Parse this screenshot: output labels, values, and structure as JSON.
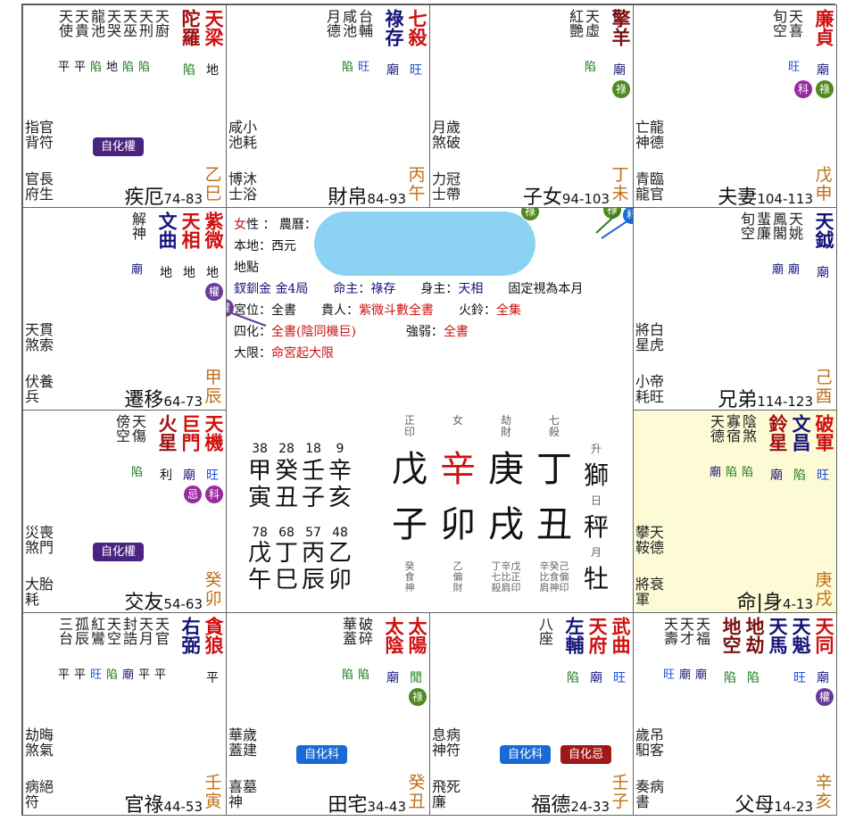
{
  "palaces": [
    {
      "id": "si",
      "name": "疾厄",
      "range": "74-83",
      "stem": "乙巳",
      "col": 0,
      "row": 0,
      "major": [
        {
          "t": "天梁",
          "c": "red",
          "b": "地",
          "bc": "di"
        },
        {
          "t": "陀羅",
          "c": "dred",
          "b": "陷",
          "bc": "ld"
        }
      ],
      "minor": [
        {
          "t": "天廚"
        },
        {
          "t": "天刑",
          "b": "陷"
        },
        {
          "t": "天巫",
          "b": "陷"
        },
        {
          "t": "天哭",
          "b": "地"
        },
        {
          "t": "龍池",
          "b": "陷"
        },
        {
          "t": "天貴",
          "b": "平"
        },
        {
          "t": "天使",
          "b": "平"
        }
      ],
      "badges": [
        {
          "t": "自化權",
          "k": "quan"
        }
      ],
      "mark": [],
      "small1": "指官\n背符",
      "small2": "官長\n府生",
      "hl": false
    },
    {
      "id": "wu",
      "name": "財帛",
      "range": "84-93",
      "stem": "丙午",
      "col": 1,
      "row": 0,
      "major": [
        {
          "t": "七殺",
          "c": "red",
          "b": "旺",
          "bc": "wg"
        },
        {
          "t": "祿存",
          "c": "blu",
          "b": "廟",
          "bc": "mi"
        }
      ],
      "minor": [
        {
          "t": "台輔",
          "b": "旺"
        },
        {
          "t": "咸池",
          "b": "陷"
        },
        {
          "t": "月德"
        }
      ],
      "badges": [],
      "mark": [],
      "small1": "咸小\n池耗",
      "small2": "博沐\n士浴",
      "hl": false
    },
    {
      "id": "wei",
      "name": "子女",
      "range": "94-103",
      "stem": "丁未",
      "col": 2,
      "row": 0,
      "major": [
        {
          "t": "擎羊",
          "c": "mar",
          "b": "廟",
          "bc": "mi"
        }
      ],
      "minor": [
        {
          "t": "天虛",
          "b": "陷"
        },
        {
          "t": "紅艷"
        }
      ],
      "badges": [],
      "mark": [
        "祿"
      ],
      "small1": "月歲\n煞破",
      "small2": "力冠\n士帶",
      "hl": false
    },
    {
      "id": "shen",
      "name": "夫妻",
      "range": "104-113",
      "stem": "戊申",
      "col": 3,
      "row": 0,
      "major": [
        {
          "t": "廉貞",
          "c": "red",
          "b": "廟",
          "bc": "mi"
        }
      ],
      "minor": [
        {
          "t": "天喜",
          "b": "旺"
        },
        {
          "t": "旬空"
        }
      ],
      "badges": [],
      "mark": [
        "祿",
        "科"
      ],
      "small1": "亡龍\n神德",
      "small2": "青臨\n龍官",
      "hl": false
    },
    {
      "id": "chen",
      "name": "遷移",
      "range": "64-73",
      "stem": "甲辰",
      "col": 0,
      "row": 1,
      "major": [
        {
          "t": "紫微",
          "c": "red",
          "b": "地",
          "bc": "di"
        },
        {
          "t": "天相",
          "c": "red",
          "b": "地",
          "bc": "di"
        },
        {
          "t": "文曲",
          "c": "blu",
          "b": "地",
          "bc": "di"
        }
      ],
      "minor": [
        {
          "t": "解神",
          "b": "廟"
        }
      ],
      "badges": [],
      "mark": [
        "權"
      ],
      "small1": "天貫\n煞索",
      "small2": "伏養\n兵",
      "hl": false
    },
    {
      "id": "you",
      "name": "兄弟",
      "range": "114-123",
      "stem": "己酉",
      "col": 3,
      "row": 1,
      "major": [
        {
          "t": "天鉞",
          "c": "blu",
          "b": "廟",
          "bc": "mi"
        }
      ],
      "minor": [
        {
          "t": "天姚",
          "b": "廟"
        },
        {
          "t": "鳳閣",
          "b": "廟"
        },
        {
          "t": "蜚廉"
        },
        {
          "t": "旬空"
        }
      ],
      "badges": [],
      "mark": [],
      "small1": "將白\n星虎",
      "small2": "小帝\n耗旺",
      "hl": false
    },
    {
      "id": "mao",
      "name": "交友",
      "range": "54-63",
      "stem": "癸卯",
      "col": 0,
      "row": 2,
      "major": [
        {
          "t": "天機",
          "c": "red",
          "b": "旺",
          "bc": "wg"
        },
        {
          "t": "巨門",
          "c": "red",
          "b": "廟",
          "bc": "mi"
        },
        {
          "t": "火星",
          "c": "dred",
          "b": "利",
          "bc": "lv"
        }
      ],
      "minor": [
        {
          "t": "天傷",
          "b": "陷"
        },
        {
          "t": "傍空"
        }
      ],
      "badges": [
        {
          "t": "自化權",
          "k": "quan"
        }
      ],
      "mark": [
        "科",
        "忌"
      ],
      "small1": "災喪\n煞門",
      "small2": "大胎\n耗",
      "hl": false
    },
    {
      "id": "xu",
      "name": "命|身",
      "range": "4-13",
      "stem": "庚戌",
      "col": 3,
      "row": 2,
      "major": [
        {
          "t": "破軍",
          "c": "red",
          "b": "旺",
          "bc": "wg"
        },
        {
          "t": "文昌",
          "c": "blu",
          "b": "陷",
          "bc": "ld"
        },
        {
          "t": "鈴星",
          "c": "dred",
          "b": "廟",
          "bc": "mi"
        }
      ],
      "minor": [
        {
          "t": "陰煞",
          "b": "陷"
        },
        {
          "t": "寡宿",
          "b": "陷"
        },
        {
          "t": "天德",
          "b": "廟"
        }
      ],
      "badges": [],
      "mark": [],
      "small1": "攀天\n鞍德",
      "small2": "將衰\n軍",
      "hl": true
    },
    {
      "id": "yin",
      "name": "官祿",
      "range": "44-53",
      "stem": "壬寅",
      "col": 0,
      "row": 3,
      "major": [
        {
          "t": "貪狼",
          "c": "red",
          "b": "平",
          "bc": "pi"
        },
        {
          "t": "右弼",
          "c": "blu",
          "b": "",
          "bc": "pi"
        }
      ],
      "minor": [
        {
          "t": "天官",
          "b": "平"
        },
        {
          "t": "天月",
          "b": "平"
        },
        {
          "t": "封誥",
          "b": "廟"
        },
        {
          "t": "天空",
          "b": "陷"
        },
        {
          "t": "紅鸞",
          "b": "旺"
        },
        {
          "t": "孤辰",
          "b": "平"
        },
        {
          "t": "三台",
          "b": "平"
        }
      ],
      "badges": [],
      "mark": [],
      "small1": "劫晦\n煞氣",
      "small2": "病絕\n符",
      "hl": false
    },
    {
      "id": "chou",
      "name": "田宅",
      "range": "34-43",
      "stem": "癸丑",
      "col": 1,
      "row": 3,
      "major": [
        {
          "t": "太陽",
          "c": "red",
          "b": "閒",
          "bc": "ld"
        },
        {
          "t": "太陰",
          "c": "red",
          "b": "廟",
          "bc": "mi"
        }
      ],
      "minor": [
        {
          "t": "破碎",
          "b": "陷"
        },
        {
          "t": "華蓋",
          "b": "陷"
        }
      ],
      "badges": [
        {
          "t": "自化科",
          "k": "ke"
        }
      ],
      "mark": [
        "祿"
      ],
      "small1": "華歲\n蓋建",
      "small2": "喜墓\n神",
      "hl": false
    },
    {
      "id": "zi",
      "name": "福德",
      "range": "24-33",
      "stem": "壬子",
      "col": 2,
      "row": 3,
      "major": [
        {
          "t": "武曲",
          "c": "red",
          "b": "旺",
          "bc": "wg"
        },
        {
          "t": "天府",
          "c": "red",
          "b": "廟",
          "bc": "mi"
        },
        {
          "t": "左輔",
          "c": "blu",
          "b": "陷",
          "bc": "ld"
        }
      ],
      "minor": [
        {
          "t": "八座"
        }
      ],
      "badges": [
        {
          "t": "自化科",
          "k": "ke"
        },
        {
          "t": "自化忌",
          "k": "ji"
        }
      ],
      "mark": [],
      "small1": "息病\n神符",
      "small2": "飛死\n廉",
      "hl": false
    },
    {
      "id": "hai",
      "name": "父母",
      "range": "14-23",
      "stem": "辛亥",
      "col": 3,
      "row": 3,
      "major": [
        {
          "t": "天同",
          "c": "red",
          "b": "廟",
          "bc": "mi"
        },
        {
          "t": "天魁",
          "c": "blu",
          "b": "旺",
          "bc": "wg"
        },
        {
          "t": "天馬",
          "c": "blu",
          "b": "",
          "bc": "pi"
        },
        {
          "t": "地劫",
          "c": "mar",
          "b": "陷",
          "bc": "ld"
        },
        {
          "t": "地空",
          "c": "mar",
          "b": "陷",
          "bc": "ld"
        }
      ],
      "minor": [
        {
          "t": "天福",
          "b": "廟"
        },
        {
          "t": "天才",
          "b": "廟"
        },
        {
          "t": "天壽",
          "b": "旺"
        }
      ],
      "badges": [],
      "mark": [
        "權"
      ],
      "small1": "歲吊\n馹客",
      "small2": "奏病\n書",
      "hl": false
    }
  ],
  "center": {
    "lines": [
      {
        "parts": [
          {
            "t": "女",
            "c": "r"
          },
          {
            "t": "性 ： 農曆：",
            "c": ""
          }
        ]
      },
      {
        "parts": [
          {
            "t": "本地：西元",
            "c": ""
          }
        ]
      },
      {
        "parts": [
          {
            "t": "地點",
            "c": ""
          }
        ]
      },
      {
        "parts": [
          {
            "t": "釵釧金 金4局　　命主：",
            "c": "b"
          },
          {
            "t": "祿存",
            "c": "b"
          },
          {
            "t": "　　身主：",
            "c": ""
          },
          {
            "t": "天相",
            "c": "b"
          },
          {
            "t": "　　固定視為本月",
            "c": ""
          }
        ]
      },
      {
        "parts": [
          {
            "t": "宮位：全書　　貴人：",
            "c": ""
          },
          {
            "t": "紫微斗數全書",
            "c": "r"
          },
          {
            "t": "　　火鈴：",
            "c": ""
          },
          {
            "t": "全集",
            "c": "r"
          }
        ]
      },
      {
        "parts": [
          {
            "t": "四化：",
            "c": ""
          },
          {
            "t": "全書(陰同機巨)",
            "c": "r"
          },
          {
            "t": "　　　　強弱：",
            "c": ""
          },
          {
            "t": "全書",
            "c": "r"
          }
        ]
      },
      {
        "parts": [
          {
            "t": "大限：",
            "c": ""
          },
          {
            "t": "命宮起大限",
            "c": "r"
          }
        ]
      }
    ],
    "bazi": [
      {
        "top": "正\n印",
        "stem": "戊",
        "branch": "子",
        "hidden": "癸\n食\n神",
        "red": false
      },
      {
        "top": "女",
        "stem": "辛",
        "branch": "卯",
        "hidden": "乙\n偏\n財",
        "red": true
      },
      {
        "top": "劫\n財",
        "stem": "庚",
        "branch": "戌",
        "hidden": "丁辛戊\n七比正\n殺肩印",
        "red": false
      },
      {
        "top": "七\n殺",
        "stem": "丁",
        "branch": "丑",
        "hidden": "辛癸己\n比食偏\n肩神印",
        "red": false
      }
    ],
    "luck_top": [
      {
        "age": "38",
        "s": "甲",
        "b": "寅"
      },
      {
        "age": "28",
        "s": "癸",
        "b": "丑"
      },
      {
        "age": "18",
        "s": "壬",
        "b": "子"
      },
      {
        "age": "9",
        "s": "辛",
        "b": "亥"
      }
    ],
    "luck_bottom": [
      {
        "age": "78",
        "s": "戊",
        "b": "午"
      },
      {
        "age": "68",
        "s": "丁",
        "b": "巳"
      },
      {
        "age": "57",
        "s": "丙",
        "b": "辰"
      },
      {
        "age": "48",
        "s": "乙",
        "b": "卯"
      }
    ],
    "zodiac": [
      {
        "s": "升",
        "t": "獅"
      },
      {
        "s": "日",
        "t": "秤"
      },
      {
        "s": "月",
        "t": "牡"
      }
    ],
    "marks": [
      {
        "t": "祿",
        "k": "lu"
      },
      {
        "t": "祿",
        "k": "lu"
      },
      {
        "t": "科",
        "k": "ke"
      },
      {
        "t": "權",
        "k": "quan"
      }
    ]
  },
  "colors": {
    "red": "#d01010",
    "blue": "#15157a",
    "brown": "#c0701a",
    "highlight": "#fdfbd6",
    "mask": "#8cd2f2"
  }
}
